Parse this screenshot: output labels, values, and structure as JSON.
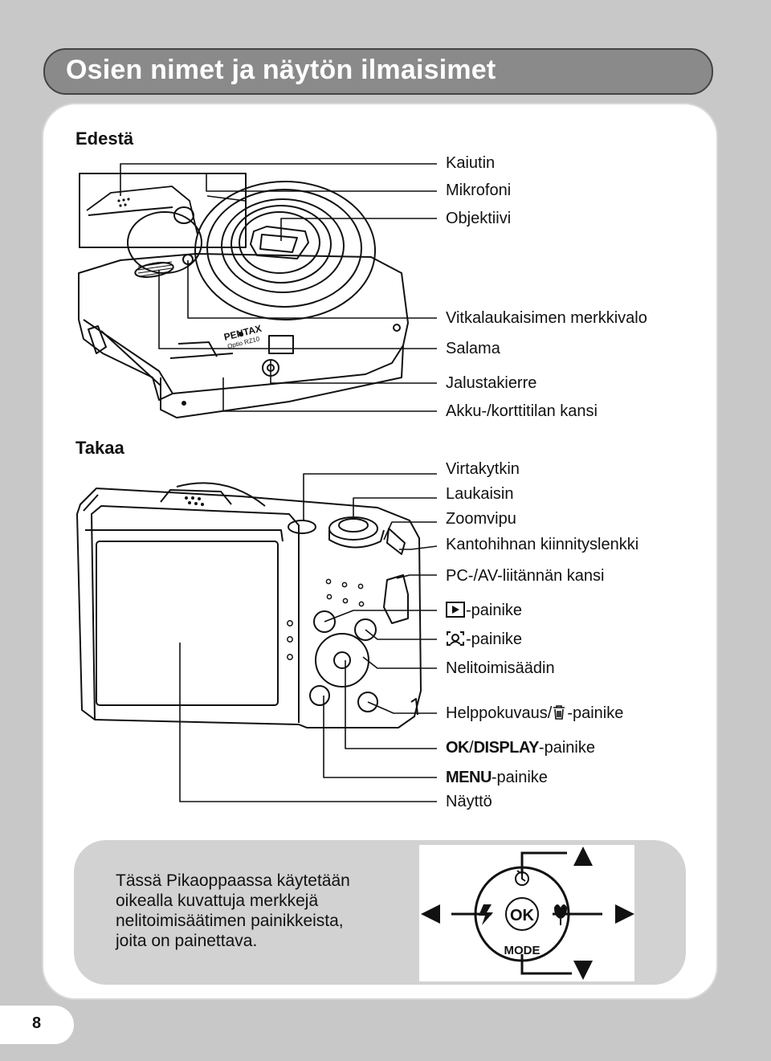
{
  "title": "Osien nimet ja näytön ilmaisimet",
  "sections": {
    "front": "Edestä",
    "back": "Takaa"
  },
  "front_labels": [
    "Kaiutin",
    "Mikrofoni",
    "Objektiivi",
    "Vitkalaukaisimen merkkivalo",
    "Salama",
    "Jalustakierre",
    "Akku-/korttitilan kansi"
  ],
  "back_labels": {
    "power": "Virtakytkin",
    "shutter": "Laukaisin",
    "zoom": "Zoomvipu",
    "strap": "Kantohihnan kiinnityslenkki",
    "pcav": "PC-/AV-liitännän kansi",
    "play_suffix": "-painike",
    "face_suffix": "-painike",
    "fourway": "Nelitoimisäädin",
    "green_prefix": "Helppokuvaus/",
    "green_suffix": "-painike",
    "ok_bold": "OK",
    "ok_sep": "/",
    "display_bold": "DISPLAY",
    "ok_suffix": "-painike",
    "menu_bold": "MENU",
    "menu_suffix": "-painike",
    "monitor": "Näyttö"
  },
  "camera_brand": "PENTAX",
  "camera_model": "Optio RZ10",
  "note": {
    "lines": [
      "Tässä Pikaoppaassa käytetään",
      "oikealla kuvattuja merkkejä",
      "nelitoimisäätimen painikkeista,",
      "joita on painettava."
    ]
  },
  "dpad": {
    "center": "OK",
    "bottom": "MODE"
  },
  "icons": {
    "play": "playback-icon",
    "face": "face-recognition-icon",
    "trash": "trash-icon",
    "self_timer": "self-timer-icon",
    "flash": "flash-icon",
    "macro": "macro-flower-icon"
  },
  "page_number": "8"
}
